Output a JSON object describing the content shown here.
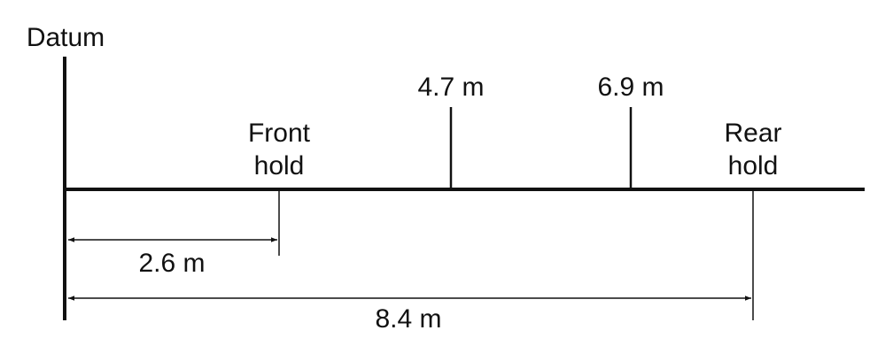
{
  "diagram": {
    "datum_label": "Datum",
    "markers": [
      {
        "label": "4.7 m"
      },
      {
        "label": "6.9 m"
      }
    ],
    "holds": {
      "front": {
        "line1": "Front",
        "line2": "hold"
      },
      "rear": {
        "line1": "Rear",
        "line2": "hold"
      }
    },
    "dimensions": {
      "front": {
        "label": "2.6 m"
      },
      "rear": {
        "label": "8.4 m"
      }
    },
    "colors": {
      "ink": "#111111",
      "background": "#ffffff"
    }
  }
}
